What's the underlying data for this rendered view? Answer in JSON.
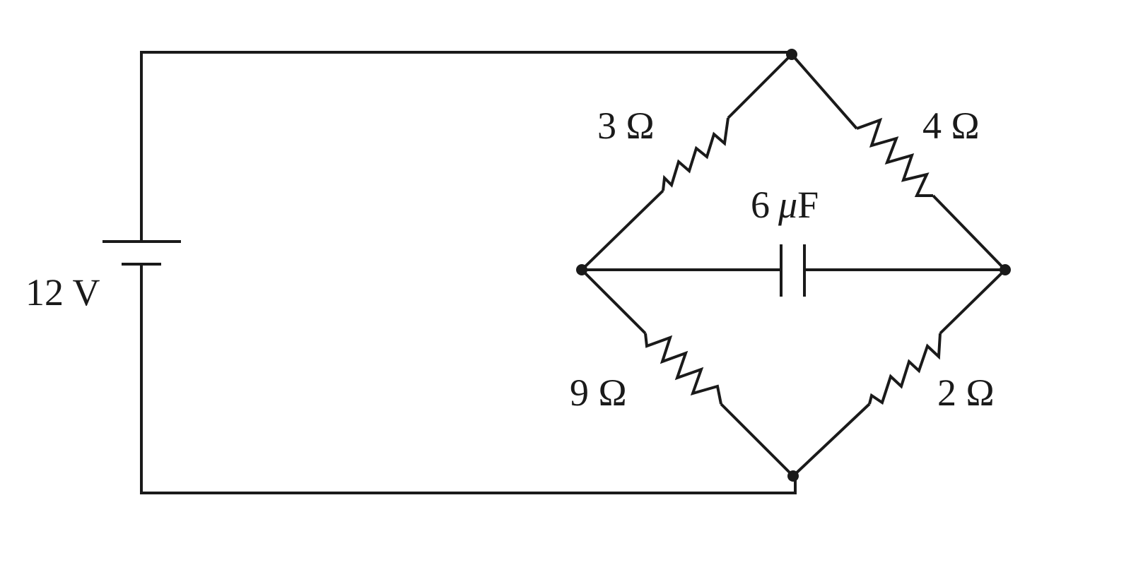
{
  "diagram": {
    "battery": {
      "label": "12 V"
    },
    "resistors": [
      {
        "id": "r-top-left",
        "label": "3 Ω"
      },
      {
        "id": "r-top-right",
        "label": "4 Ω"
      },
      {
        "id": "r-bottom-left",
        "label": "9 Ω"
      },
      {
        "id": "r-bottom-right",
        "label": "2 Ω"
      }
    ],
    "capacitor": {
      "value": "6",
      "unit_prefix": "μ",
      "unit": "F"
    }
  }
}
